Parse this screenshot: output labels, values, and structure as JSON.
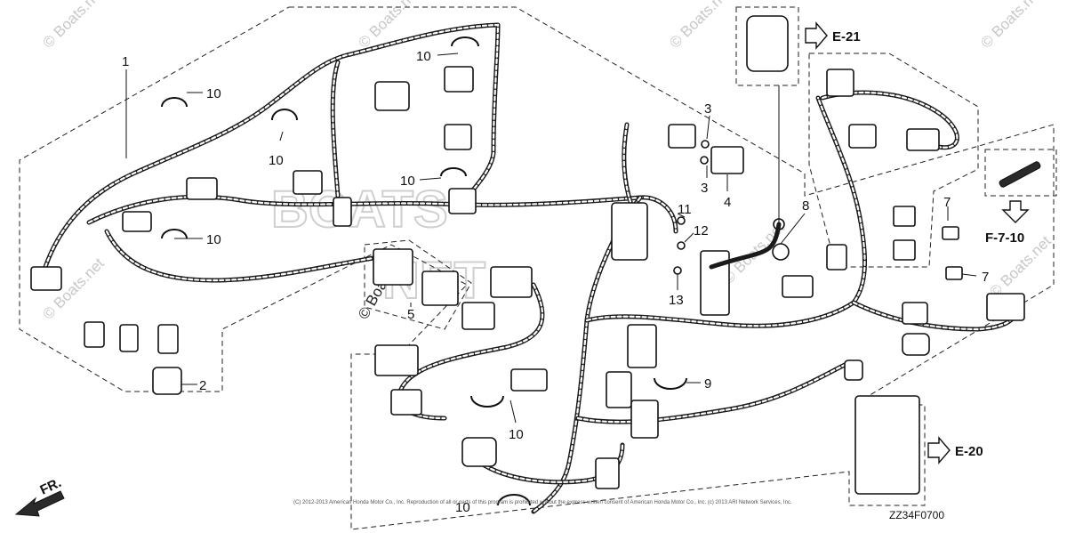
{
  "watermarks": {
    "corner": "© Boats.net",
    "center_mark": "© Boats.net",
    "big_text_top": "BOATS",
    "big_text_bottom": "NET"
  },
  "callouts": {
    "p1": "1",
    "p2": "2",
    "p3a": "3",
    "p3b": "3",
    "p4": "4",
    "p5": "5",
    "p7a": "7",
    "p7b": "7",
    "p8": "8",
    "p9": "9",
    "p10a": "10",
    "p10b": "10",
    "p10c": "10",
    "p10d": "10",
    "p10e": "10",
    "p10f": "10",
    "p10g": "10",
    "p11": "11",
    "p12": "12",
    "p13": "13"
  },
  "references": {
    "e21": "E-21",
    "e20": "E-20",
    "f710": "F-7-10"
  },
  "front_indicator": "FR.",
  "diagram_code": "ZZ34F0700",
  "copyright": "(C) 2012-2013 American Honda Motor Co., Inc. Reproduction of all or parts of this program is prohibited without the express written consent of American Honda Motor Co., Inc. (c) 2013 ARI Network Services, Inc."
}
